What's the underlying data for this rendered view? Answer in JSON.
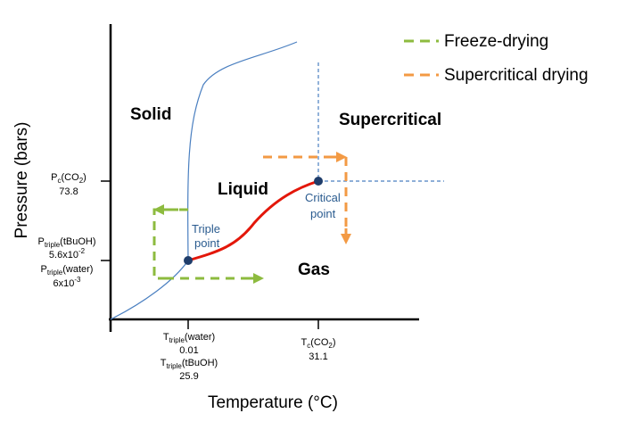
{
  "legend": {
    "freeze": {
      "label": "Freeze-drying",
      "color": "#8dbb3f"
    },
    "supercritical": {
      "label": "Supercritical drying",
      "color": "#f39a44"
    }
  },
  "regions": {
    "solid": "Solid",
    "liquid": "Liquid",
    "gas": "Gas",
    "supercritical": "Supercritical"
  },
  "points": {
    "triple": {
      "line1": "Triple",
      "line2": "point"
    },
    "critical": {
      "line1": "Critical",
      "line2": "point"
    }
  },
  "axes": {
    "x_title": "Temperature (°C)",
    "y_title": "Pressure (bars)"
  },
  "y_ticks": {
    "pc": {
      "main": "P",
      "sub": "c",
      "rest": "(CO",
      "sub2": "2",
      "end": ")",
      "value": "73.8"
    },
    "ptbuoh": {
      "main": "P",
      "sub": "triple",
      "rest": "(tBuOH)",
      "value_main": "5.6x10",
      "value_sup": "-2"
    },
    "pwater": {
      "main": "P",
      "sub": "triple",
      "rest": "(water)",
      "value_main": "6x10",
      "value_sup": "-3"
    }
  },
  "x_ticks": {
    "twater": {
      "main": "T",
      "sub": "triple",
      "rest": "(water)",
      "value": "0.01"
    },
    "ttbuoh": {
      "main": "T",
      "sub": "triple",
      "rest": "(tBuOH)",
      "value": "25.9"
    },
    "tc": {
      "main": "T",
      "sub": "c",
      "rest": "(CO",
      "sub2": "2",
      "end": ")",
      "value": "31.1"
    }
  },
  "colors": {
    "phase_line": "#4a7fc0",
    "vapor_curve": "#e3170a",
    "marker": "#1f3d6b",
    "axis": "#000000"
  }
}
